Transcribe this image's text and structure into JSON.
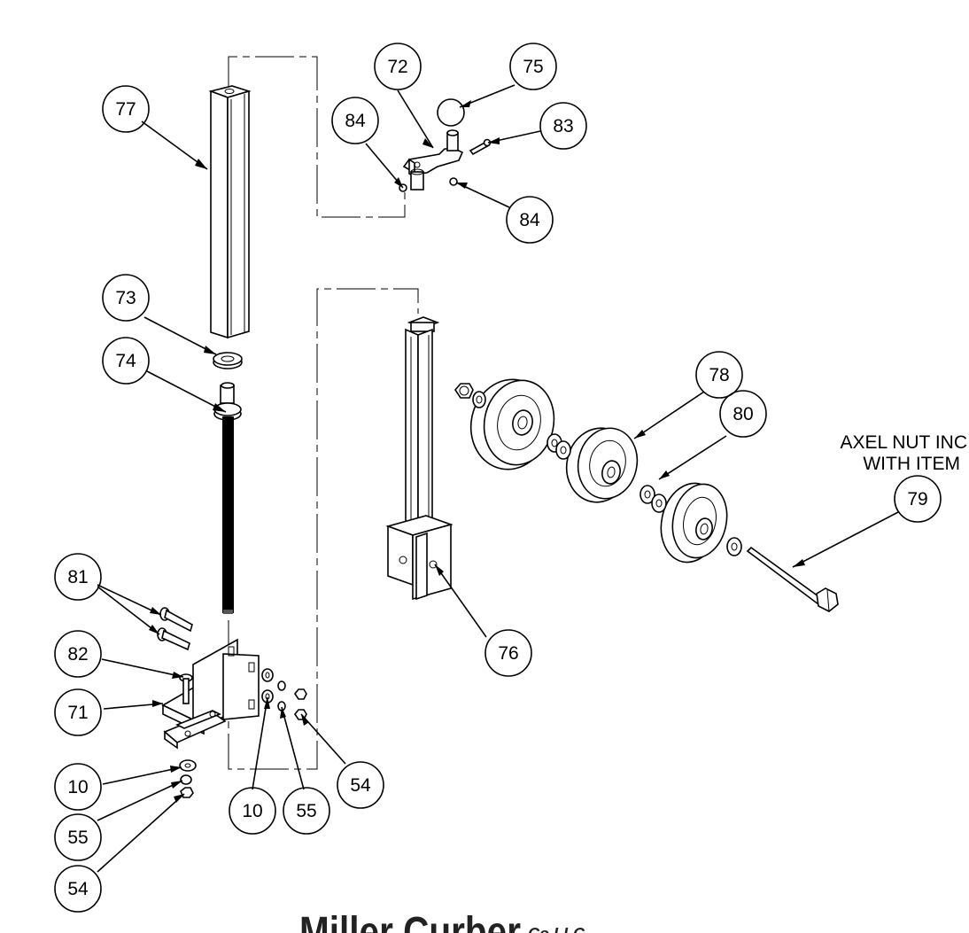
{
  "callouts": {
    "c77": "77",
    "c72": "72",
    "c75": "75",
    "c84a": "84",
    "c83": "83",
    "c84b": "84",
    "c73": "73",
    "c74": "74",
    "c78": "78",
    "c80": "80",
    "c79": "79",
    "c76": "76",
    "c81": "81",
    "c82": "82",
    "c71": "71",
    "c10a": "10",
    "c55a": "55",
    "c54a": "54",
    "c10b": "10",
    "c55b": "55",
    "c54b": "54"
  },
  "note": {
    "line1": "AXEL NUT INC",
    "line2": "WITH ITEM"
  },
  "logo": {
    "main": "Miller Curber",
    "suffix": "Co LLC"
  }
}
